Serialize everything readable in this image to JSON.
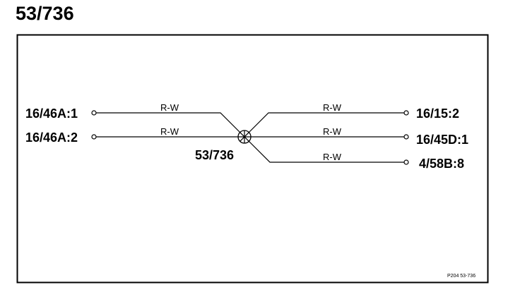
{
  "title": "53/736",
  "splice": {
    "label": "53/736"
  },
  "left_pins": [
    {
      "label": "16/46A:1",
      "wire": "R-W"
    },
    {
      "label": "16/46A:2",
      "wire": "R-W"
    }
  ],
  "right_pins": [
    {
      "label": "16/15:2",
      "wire": "R-W"
    },
    {
      "label": "16/45D:1",
      "wire": "R-W"
    },
    {
      "label": "4/58B:8",
      "wire": "R-W"
    }
  ],
  "ref_code": "P204 53-736"
}
